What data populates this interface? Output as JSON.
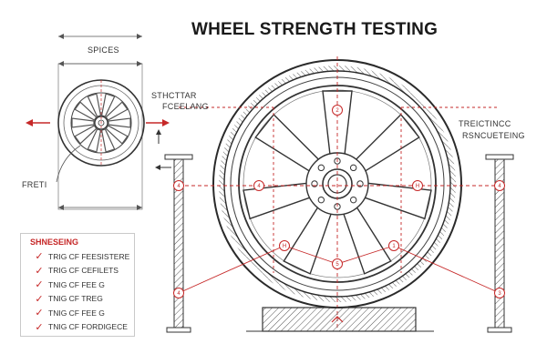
{
  "title": "WHEEL STRENGTH TESTING",
  "labels": {
    "specs": "SPICES",
    "struct_top": "STHCTTAR",
    "struct_bottom": "FCEELANG",
    "fret": "FRETI",
    "right_top": "TREICTINCC",
    "right_bottom": "RSNCUETEING"
  },
  "markers": {
    "top": "2",
    "left_hub": "4",
    "right_hub": "H",
    "lower_left": "H",
    "lower_right": "1",
    "bottom": "5",
    "left_post_top": "4",
    "left_post_bottom": "4",
    "right_post_top": "4",
    "right_post_bottom": "3"
  },
  "checklist": {
    "heading": "SHNESEING",
    "items": [
      "TRIG CF FEESISTERE",
      "TRIG CF CEFILETS",
      "TNIG CF FEE G",
      "TNIG CF TREG",
      "TNIG CF FEE G",
      "TNIG CF FORDIGECE"
    ]
  },
  "colors": {
    "accent": "#c62828",
    "ink": "#2a2a2a",
    "hatch": "#555555"
  }
}
